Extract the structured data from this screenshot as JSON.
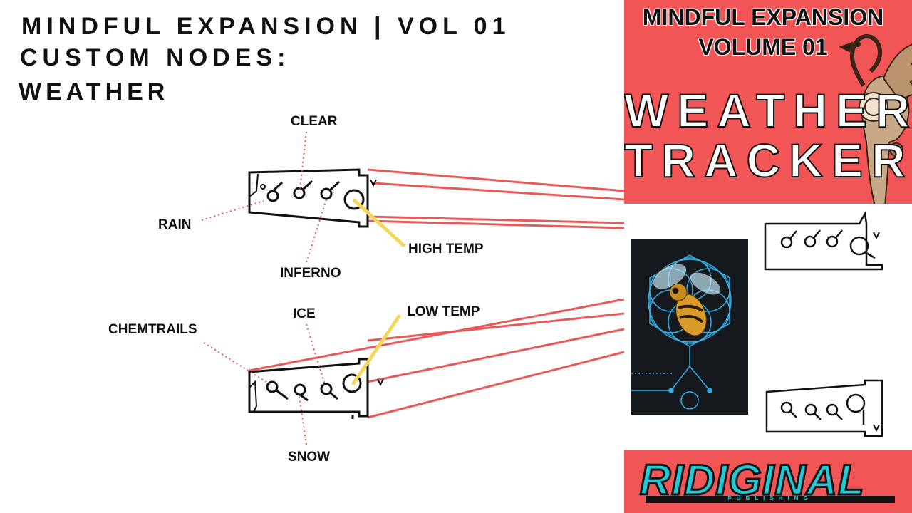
{
  "header": {
    "line1": "MINDFUL EXPANSION | VOL 01",
    "line2": "CUSTOM NODES:",
    "line3": "WEATHER"
  },
  "labels": {
    "clear": "CLEAR",
    "rain": "RAIN",
    "inferno": "INFERNO",
    "high_temp": "HIGH TEMP",
    "chemtrails": "CHEMTRAILS",
    "ice": "ICE",
    "low_temp": "LOW TEMP",
    "snow": "SNOW"
  },
  "cover": {
    "subtitle_line1": "MINDFUL EXPANSION",
    "subtitle_line2": "VOLUME 01",
    "title_line1": "WEATHER",
    "title_line2": "TRACKER"
  },
  "brand": {
    "logo": "RIDIGINAL",
    "sub": "PUBLISHING"
  },
  "colors": {
    "panel_red": "#f25555",
    "connector_red": "#e85a5a",
    "highlight_yellow": "#f5d85a",
    "logo_cyan": "#1ecbd6",
    "bee_panel_bg": "#15181c",
    "geometry_blue": "#2fb0e6"
  },
  "icons": [
    "bird-illustration-icon",
    "bee-geometry-icon"
  ]
}
